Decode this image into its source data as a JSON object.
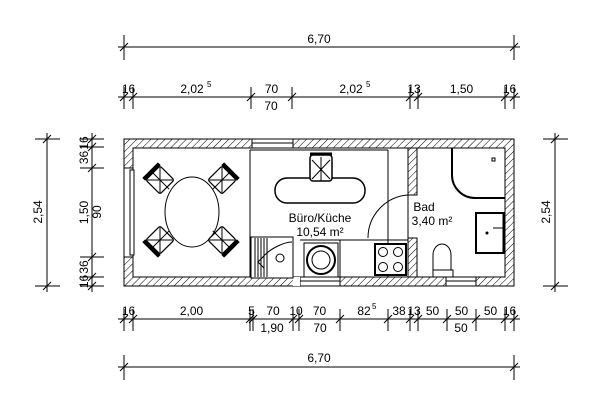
{
  "plan": {
    "rooms": [
      {
        "name": "Büro/Küche",
        "area": "10,54 m²"
      },
      {
        "name": "Bad",
        "area": "3,40 m²"
      }
    ],
    "top_overall": "6,70",
    "top_chain": [
      "16",
      "2,02",
      "70",
      "2,02",
      "13",
      "1,50",
      "16"
    ],
    "top_chain_sup": "5",
    "top_sub": "70",
    "bottom_chain": [
      "16",
      "2,00",
      "5",
      "70",
      "10",
      "70",
      "82",
      "38",
      "13",
      "50",
      "50",
      "50",
      "16"
    ],
    "bottom_chain_sup": "5",
    "bottom_sub": [
      "1,90",
      "70",
      "50"
    ],
    "bottom_overall": "6,70",
    "left_overall": "2,54",
    "left_chain": [
      "16",
      "36",
      "1,50",
      "36",
      "16"
    ],
    "left_sub": "90",
    "right_overall": "2,54"
  }
}
